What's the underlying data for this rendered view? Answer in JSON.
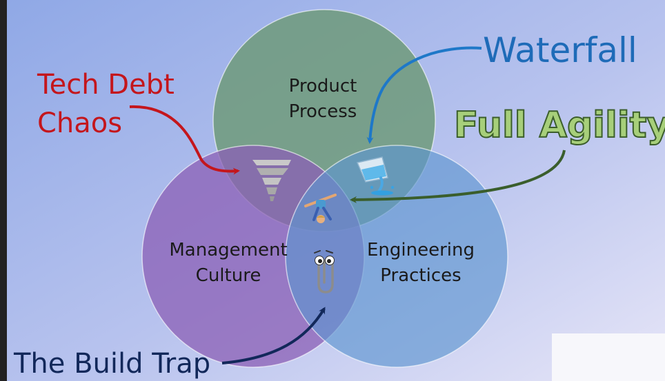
{
  "circles": {
    "product": {
      "line1": "Product",
      "line2": "Process"
    },
    "management": {
      "line1": "Management",
      "line2": "Culture"
    },
    "engineering": {
      "line1": "Engineering",
      "line2": "Practices"
    }
  },
  "callouts": {
    "tech_debt": {
      "line1": "Tech Debt",
      "line2": "Chaos",
      "color": "#c4161c"
    },
    "waterfall": {
      "text": "Waterfall",
      "color": "#1e6bb8"
    },
    "full_agility": {
      "text": "Full Agility",
      "color": "#a7cf7a",
      "outline": "#3b5e2a"
    },
    "build_trap": {
      "text": "The Build Trap",
      "color": "#12285a"
    }
  },
  "icons": {
    "tech_debt": "tornado-icon",
    "waterfall": "pouring-water-icon",
    "full_agility": "cartwheel-person-icon",
    "build_trap": "paperclip-assistant-icon"
  },
  "colors": {
    "product_circle": "#6f9a7a",
    "management_circle": "#8b5fb6",
    "engineering_circle": "#5d95d0",
    "background_start": "#8fa8e6",
    "background_end": "#dfe0f6"
  }
}
